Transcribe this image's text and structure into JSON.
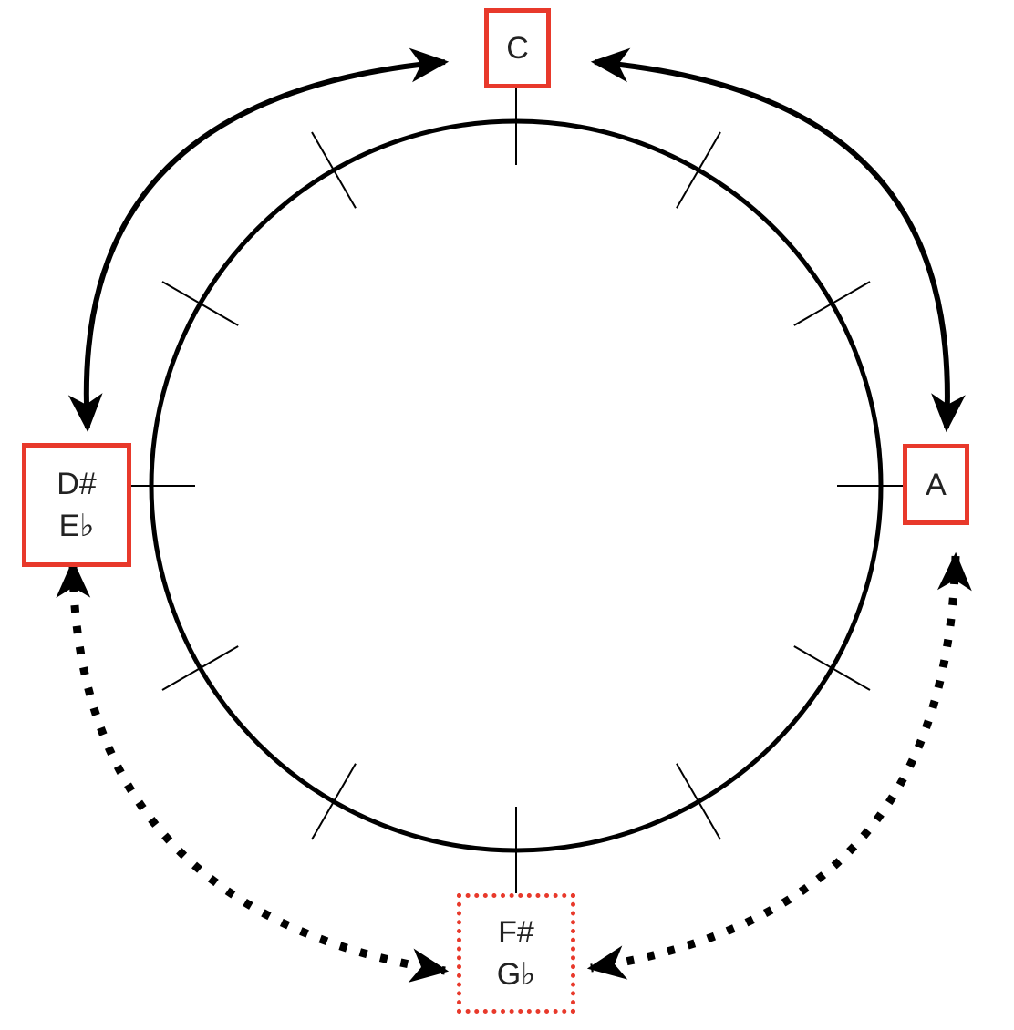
{
  "diagram": {
    "nodes": {
      "c": {
        "lines": [
          "C"
        ],
        "border": "solid"
      },
      "a": {
        "lines": [
          "A"
        ],
        "border": "solid"
      },
      "dsharp": {
        "lines": [
          "D#",
          "E♭"
        ],
        "border": "solid"
      },
      "fsharp": {
        "lines": [
          "F#",
          "G♭"
        ],
        "border": "dotted"
      }
    },
    "circle": {
      "tick_count": 12
    },
    "connections": [
      {
        "from": "c",
        "to": "dsharp",
        "style": "solid",
        "bidirectional": true
      },
      {
        "from": "c",
        "to": "a",
        "style": "solid",
        "bidirectional": true
      },
      {
        "from": "dsharp",
        "to": "fsharp",
        "style": "dotted",
        "bidirectional": true
      },
      {
        "from": "a",
        "to": "fsharp",
        "style": "dotted",
        "bidirectional": true
      }
    ],
    "colors": {
      "box_border": "#e8392b",
      "line": "#000000",
      "text": "#222222"
    }
  }
}
